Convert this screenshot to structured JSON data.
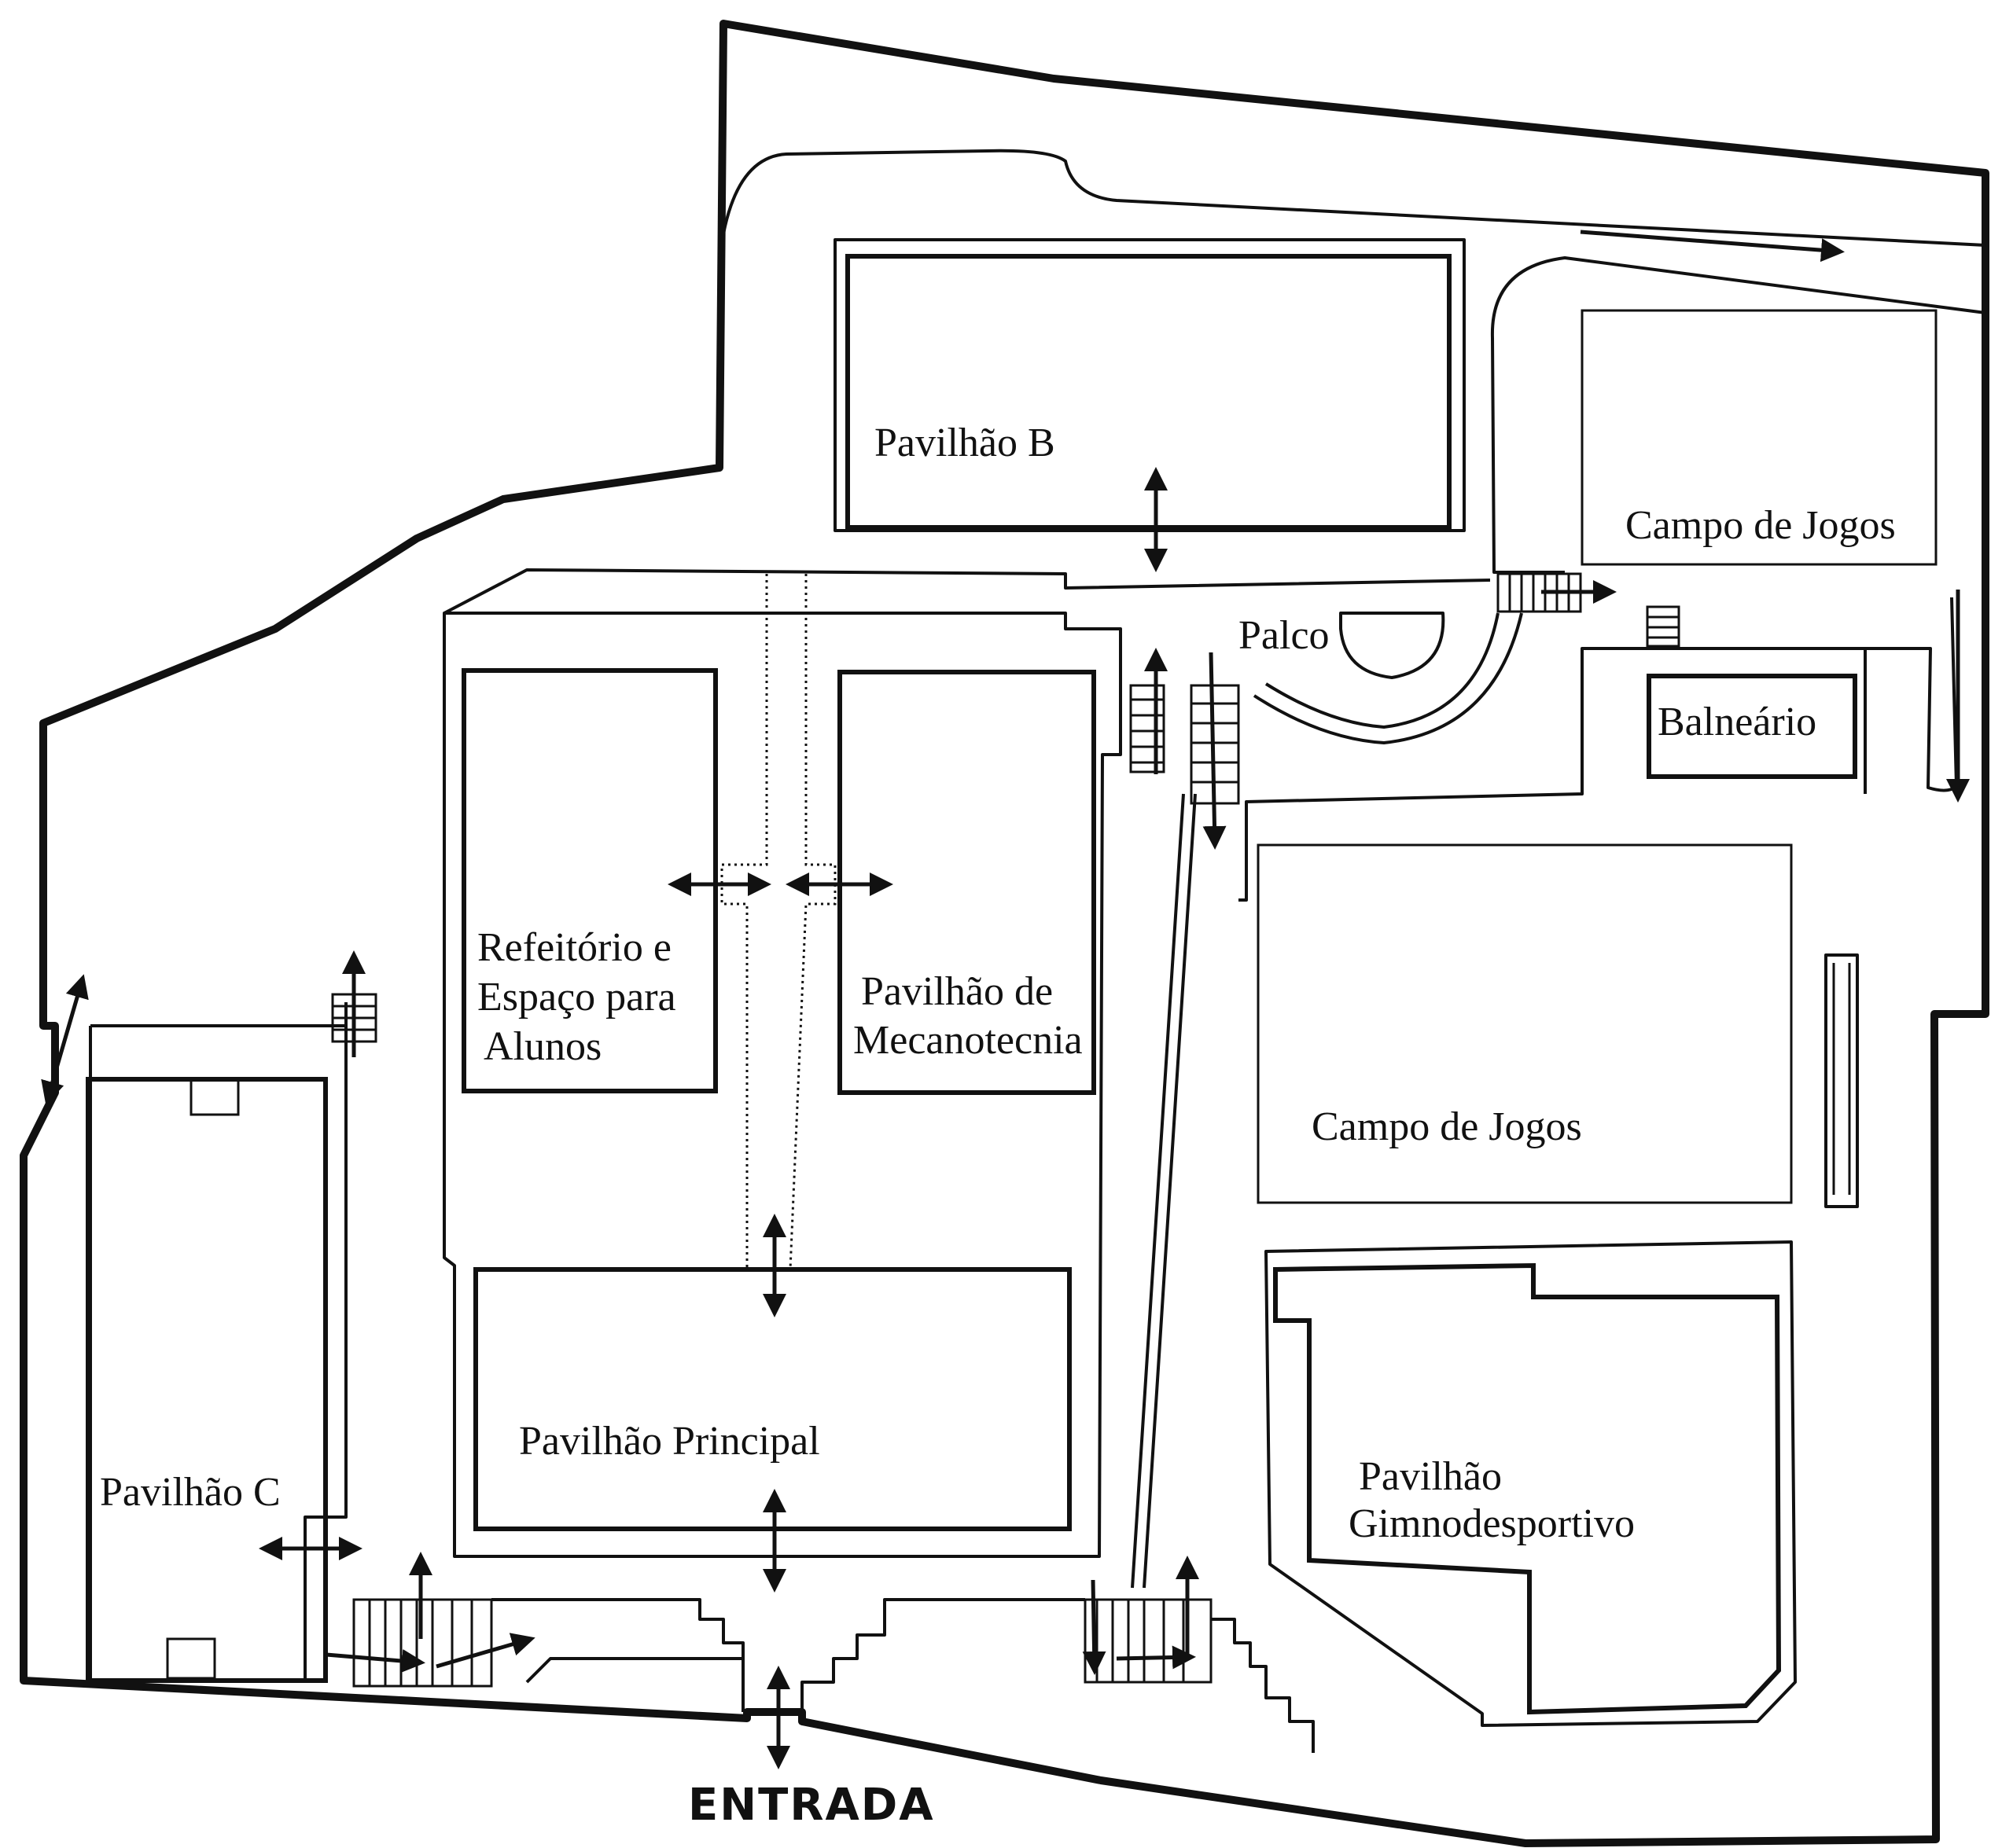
{
  "map": {
    "labels": {
      "pavilhao_b": "Pavilhão B",
      "campo_jogos_top": "Campo de Jogos",
      "palco": "Palco",
      "balneario": "Balneário",
      "refeitorio_line1": "Refeitório e",
      "refeitorio_line2": "Espaço para",
      "refeitorio_line3": "Alunos",
      "mecanotecnia_line1": "Pavilhão de",
      "mecanotecnia_line2": "Mecanotecnia",
      "campo_jogos_middle": "Campo de Jogos",
      "pavilhao_principal": "Pavilhão Principal",
      "pavilhao_c": "Pavilhão C",
      "gimno_line1": "Pavilhão",
      "gimno_line2": "Gimnodesportivo",
      "entrada": "ENTRADA"
    }
  }
}
